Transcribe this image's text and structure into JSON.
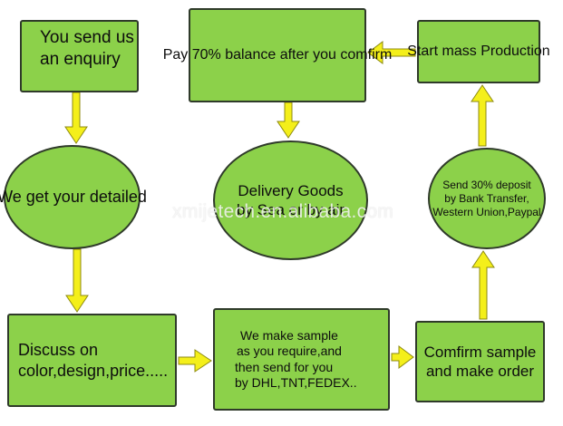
{
  "nodes": {
    "enquiry": {
      "lines": [
        "You send us",
        "an enquiry"
      ]
    },
    "pay": {
      "lines": [
        "Pay 70% balance after you comfirm"
      ]
    },
    "start": {
      "lines": [
        "Start mass Production"
      ]
    },
    "detailed": {
      "lines": [
        "We get your detailed"
      ]
    },
    "delivery": {
      "lines": [
        "Delivery Goods",
        "by Sea or by air"
      ]
    },
    "deposit": {
      "lines": [
        "Send 30% deposit",
        "by Bank Transfer,",
        "Western Union,Paypal"
      ]
    },
    "discuss": {
      "lines": [
        "Discuss on",
        "color,design,price....."
      ]
    },
    "sample": {
      "lines": [
        "We make sample",
        "as you require,and",
        "then send for you",
        "by DHL,TNT,FEDEX.."
      ]
    },
    "confirm": {
      "lines": [
        "Comfirm sample",
        "and make order"
      ]
    }
  },
  "watermark": "xmijetech.en.alibaba.com",
  "colors": {
    "node_fill": "#8cd14a",
    "node_border": "#2f3a2a",
    "arrow_fill": "#f4ef1a"
  }
}
